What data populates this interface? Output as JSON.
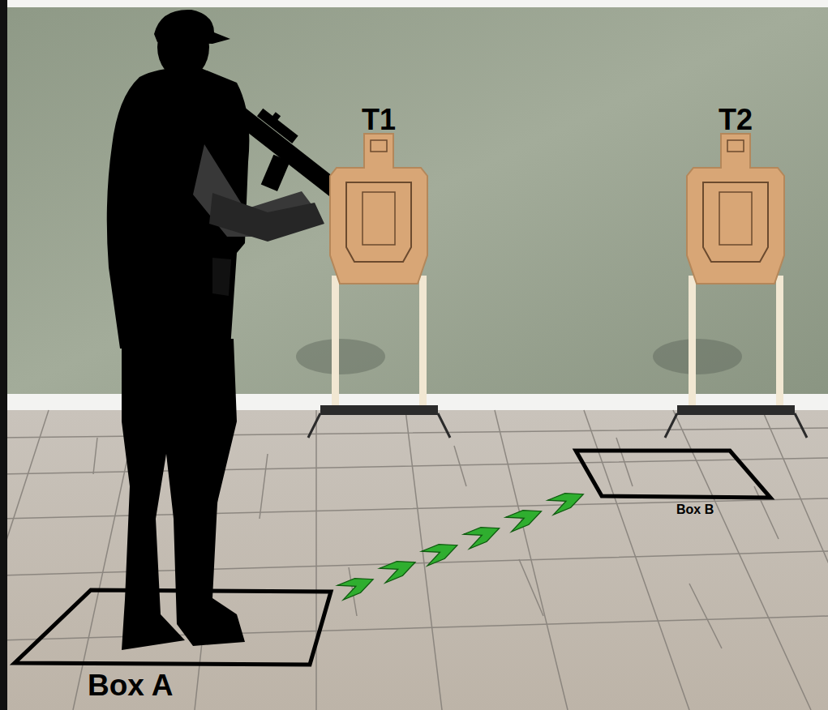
{
  "diagram": {
    "nodes": [
      {
        "text": [
          "T1"
        ]
      },
      {
        "text": [
          "T2"
        ]
      },
      {
        "text": [
          "Box B"
        ]
      },
      {
        "text": [
          "Box A"
        ]
      }
    ],
    "edges": [
      {
        "from": 3,
        "to": 2,
        "arrow": "to"
      }
    ]
  }
}
